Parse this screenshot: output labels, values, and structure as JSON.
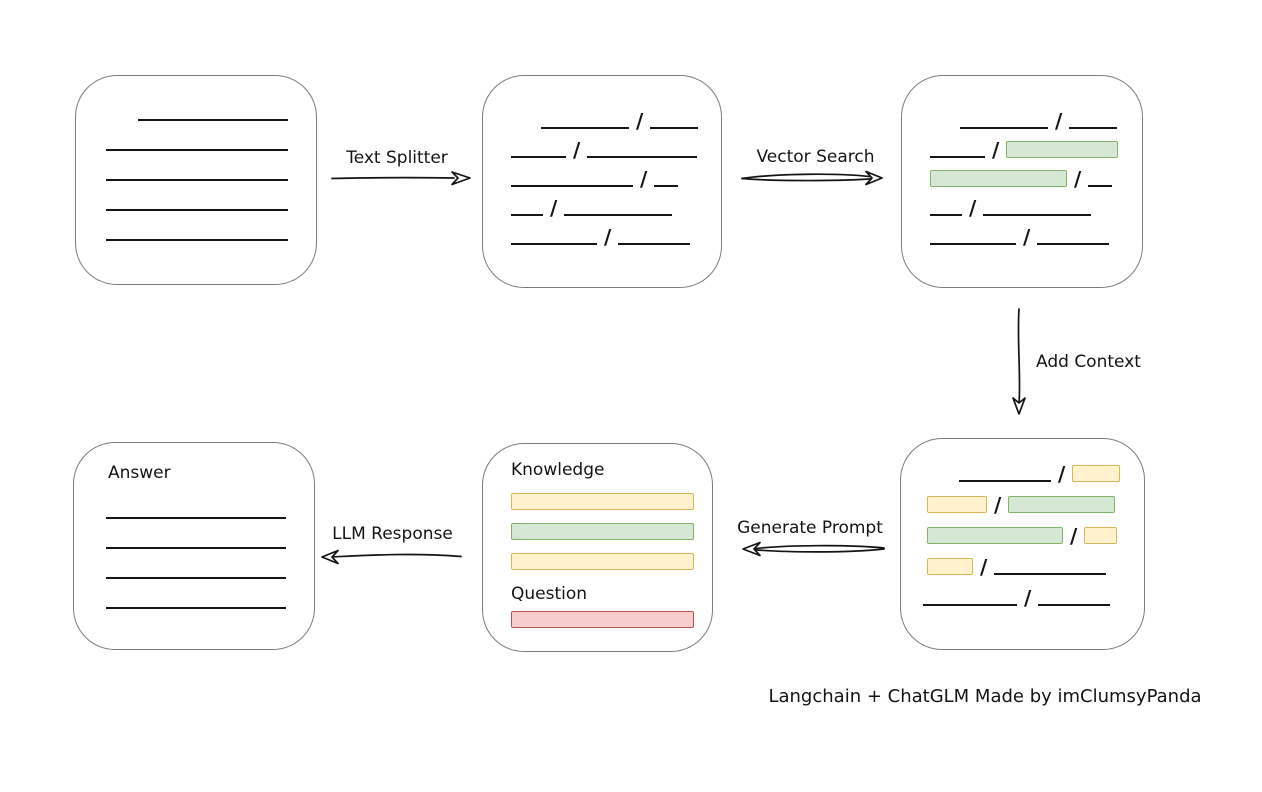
{
  "caption": "Langchain + ChatGLM Made by imClumsyPanda",
  "labels": {
    "text_splitter": "Text Splitter",
    "vector_search": "Vector Search",
    "add_context": "Add Context",
    "generate_prompt": "Generate Prompt",
    "llm_response": "LLM Response",
    "knowledge": "Knowledge",
    "question": "Question",
    "answer": "Answer"
  },
  "colors": {
    "green_fill": "#d5e8d4",
    "green_border": "#82b366",
    "yellow_fill": "#fff2cc",
    "yellow_border": "#d6b656",
    "red_fill": "#f8cecc",
    "red_border": "#b85450",
    "ink": "#141414",
    "box_border": "#7c7c7c"
  },
  "boxes": {
    "document": {
      "rows": [
        {
          "ml": 62,
          "segs": [
            {
              "t": "line",
              "w": 150
            }
          ]
        },
        {
          "ml": 30,
          "segs": [
            {
              "t": "line",
              "w": 182
            }
          ]
        },
        {
          "ml": 30,
          "segs": [
            {
              "t": "line",
              "w": 182
            }
          ]
        },
        {
          "ml": 30,
          "segs": [
            {
              "t": "line",
              "w": 182
            }
          ]
        },
        {
          "ml": 30,
          "segs": [
            {
              "t": "line",
              "w": 182
            }
          ]
        }
      ]
    },
    "chunks": {
      "rows": [
        {
          "ml": 58,
          "segs": [
            {
              "t": "line",
              "w": 88
            },
            {
              "t": "slash"
            },
            {
              "t": "line",
              "w": 48
            }
          ]
        },
        {
          "ml": 28,
          "segs": [
            {
              "t": "line",
              "w": 55
            },
            {
              "t": "slash"
            },
            {
              "t": "line",
              "w": 110
            }
          ]
        },
        {
          "ml": 28,
          "segs": [
            {
              "t": "line",
              "w": 122
            },
            {
              "t": "slash"
            },
            {
              "t": "line",
              "w": 24
            }
          ]
        },
        {
          "ml": 28,
          "segs": [
            {
              "t": "line",
              "w": 32
            },
            {
              "t": "slash"
            },
            {
              "t": "line",
              "w": 108
            }
          ]
        },
        {
          "ml": 28,
          "segs": [
            {
              "t": "line",
              "w": 86
            },
            {
              "t": "slash"
            },
            {
              "t": "line",
              "w": 72
            }
          ]
        }
      ]
    },
    "matched": {
      "rows": [
        {
          "ml": 58,
          "segs": [
            {
              "t": "line",
              "w": 88
            },
            {
              "t": "slash"
            },
            {
              "t": "line",
              "w": 48
            }
          ]
        },
        {
          "ml": 28,
          "segs": [
            {
              "t": "line",
              "w": 55
            },
            {
              "t": "slash"
            },
            {
              "t": "bar",
              "c": "green",
              "w": 112
            }
          ]
        },
        {
          "ml": 28,
          "segs": [
            {
              "t": "bar",
              "c": "green",
              "w": 137
            },
            {
              "t": "slash"
            },
            {
              "t": "line",
              "w": 24
            }
          ]
        },
        {
          "ml": 28,
          "segs": [
            {
              "t": "line",
              "w": 32
            },
            {
              "t": "slash"
            },
            {
              "t": "line",
              "w": 108
            }
          ]
        },
        {
          "ml": 28,
          "segs": [
            {
              "t": "line",
              "w": 86
            },
            {
              "t": "slash"
            },
            {
              "t": "line",
              "w": 72
            }
          ]
        }
      ]
    },
    "context": {
      "rows": [
        {
          "ml": 58,
          "segs": [
            {
              "t": "line",
              "w": 92
            },
            {
              "t": "slash"
            },
            {
              "t": "bar",
              "c": "yellow",
              "w": 48
            }
          ]
        },
        {
          "ml": 26,
          "segs": [
            {
              "t": "bar",
              "c": "yellow",
              "w": 60
            },
            {
              "t": "slash"
            },
            {
              "t": "bar",
              "c": "green",
              "w": 107
            }
          ]
        },
        {
          "ml": 26,
          "segs": [
            {
              "t": "bar",
              "c": "green",
              "w": 136
            },
            {
              "t": "slash"
            },
            {
              "t": "bar",
              "c": "yellow",
              "w": 33
            }
          ]
        },
        {
          "ml": 26,
          "segs": [
            {
              "t": "bar",
              "c": "yellow",
              "w": 46
            },
            {
              "t": "slash"
            },
            {
              "t": "line",
              "w": 112
            }
          ]
        },
        {
          "ml": 22,
          "segs": [
            {
              "t": "line",
              "w": 94
            },
            {
              "t": "slash"
            },
            {
              "t": "line",
              "w": 72
            }
          ]
        }
      ]
    },
    "prompt": {
      "knowledge_bars": [
        {
          "segs": [
            {
              "t": "bar",
              "c": "yellow",
              "w": 183
            }
          ]
        },
        {
          "segs": [
            {
              "t": "bar",
              "c": "green",
              "w": 183
            }
          ]
        },
        {
          "segs": [
            {
              "t": "bar",
              "c": "yellow",
              "w": 183
            }
          ]
        }
      ],
      "question_bars": [
        {
          "segs": [
            {
              "t": "bar",
              "c": "red",
              "w": 183
            }
          ]
        }
      ]
    },
    "answer": {
      "rows": [
        {
          "ml": 32,
          "segs": [
            {
              "t": "line",
              "w": 180
            }
          ]
        },
        {
          "ml": 32,
          "segs": [
            {
              "t": "line",
              "w": 180
            }
          ]
        },
        {
          "ml": 32,
          "segs": [
            {
              "t": "line",
              "w": 180
            }
          ]
        },
        {
          "ml": 32,
          "segs": [
            {
              "t": "line",
              "w": 180
            }
          ]
        }
      ]
    }
  }
}
